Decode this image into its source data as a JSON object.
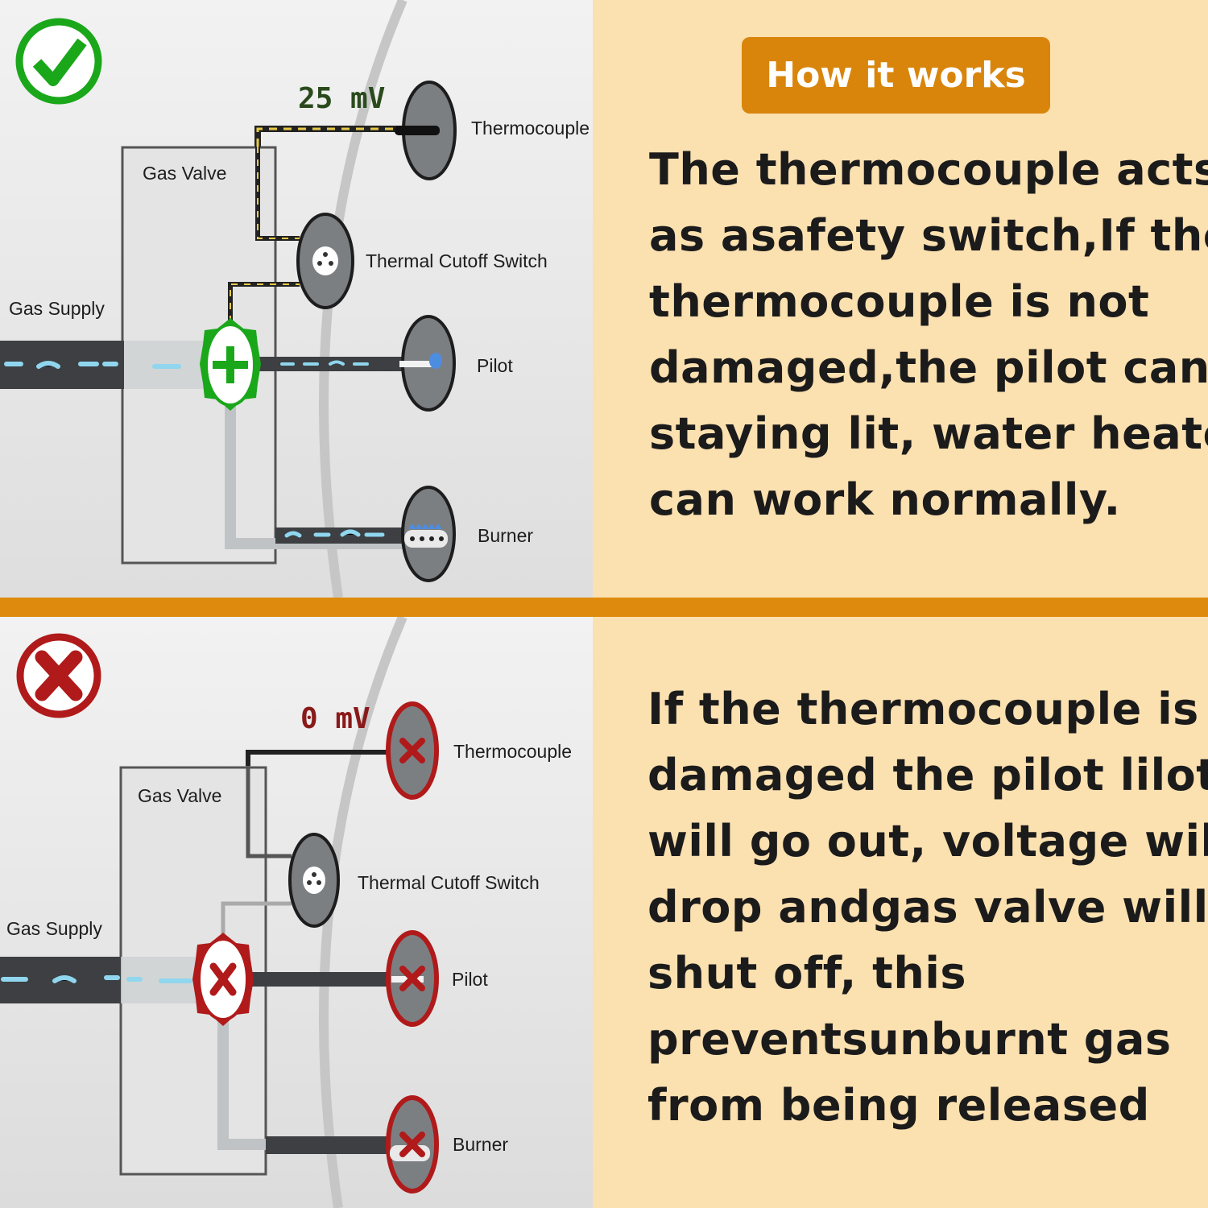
{
  "heading": "How it works",
  "top": {
    "status_icon": "check-mark-icon",
    "voltage": "25 mV",
    "labels": {
      "thermocouple": "Thermocouple",
      "gas_valve": "Gas Valve",
      "thermal_cutoff": "Thermal Cutoff Switch",
      "gas_supply": "Gas Supply",
      "pilot": "Pilot",
      "burner": "Burner"
    },
    "lines": [
      "The thermocouple acts",
      "as asafety switch,If the",
      "thermocouple is not",
      "damaged,the pilot can",
      "staying lit, water heater",
      "can work normally."
    ]
  },
  "bottom": {
    "status_icon": "x-mark-icon",
    "voltage": "0 mV",
    "labels": {
      "thermocouple": "Thermocouple",
      "gas_valve": "Gas Valve",
      "thermal_cutoff": "Thermal Cutoff Switch",
      "gas_supply": "Gas Supply",
      "pilot": "Pilot",
      "burner": "Burner"
    },
    "lines": [
      "If the thermocouple is",
      "damaged the pilot lilot",
      "will go out, voltage will",
      "drop andgas valve will",
      "shut off, this",
      "preventsunburnt gas",
      "from being released"
    ]
  },
  "colors": {
    "accent": "#de8a0c",
    "background": "#fbe0b0",
    "ok": "#1aa71a",
    "fail": "#b01a1a",
    "voltage_ok": "#2a4a1c",
    "voltage_fail": "#8a1a1a"
  }
}
